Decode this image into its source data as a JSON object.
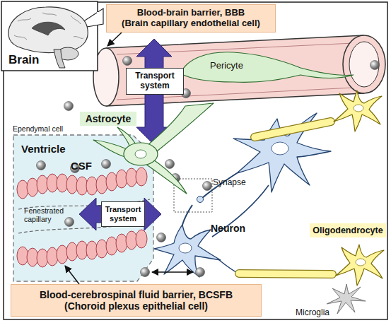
{
  "diagram": {
    "nodes": [
      {
        "text": [
          "Blood-brain barrier, BBB",
          "(Brain capillary endothelial cell)"
        ]
      },
      {
        "text": [
          "Transport system"
        ]
      },
      {
        "text": [
          "Astrocyte"
        ]
      },
      {
        "text": [
          "Ventricle",
          "CSF"
        ]
      },
      {
        "text": [
          "Transport system"
        ],
        "in": 3
      },
      {
        "text": [
          "Oligodendrocyte"
        ]
      },
      {
        "text": [
          "Blood-cerebrospinal fluid barrier, BCSFB",
          "(Choroid plexus epithelial cell)"
        ]
      }
    ],
    "labels": [
      "Brain",
      "Pericyte",
      "Ependymal cell",
      "Synapse",
      "Fenestrated capillary",
      "Neuron",
      "Microglia"
    ]
  }
}
